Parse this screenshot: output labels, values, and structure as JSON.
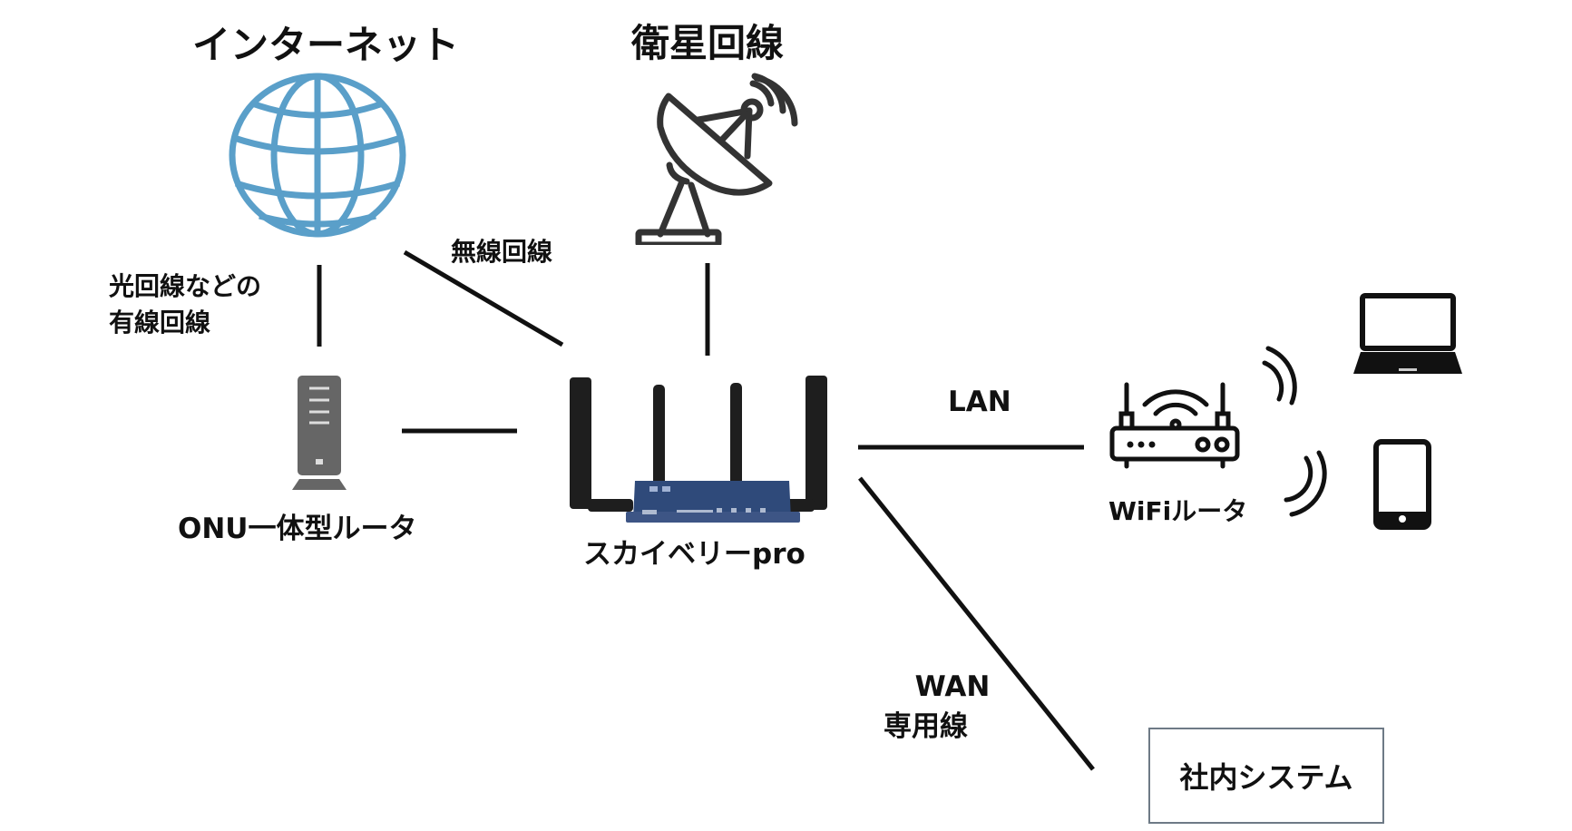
{
  "diagram": {
    "nodes": {
      "internet": {
        "label": "インターネット",
        "icon": "globe-icon",
        "color": "#5a9fc9"
      },
      "satellite": {
        "label": "衛星回線",
        "icon": "satellite-dish-icon",
        "color": "#333333"
      },
      "onu_router": {
        "label": "ONU一体型ルータ",
        "icon": "server-tower-icon",
        "color": "#666666"
      },
      "skyberry": {
        "label": "スカイベリーpro",
        "icon": "4g-router-device-icon",
        "color": "#2f4a7a"
      },
      "wifi_router": {
        "label": "WiFiルータ",
        "icon": "wifi-router-icon",
        "color": "#111111"
      },
      "laptop": {
        "icon": "laptop-icon"
      },
      "tablet": {
        "icon": "tablet-icon"
      },
      "internal_system": {
        "label": "社内システム"
      }
    },
    "connections": {
      "wired": {
        "label_line1": "光回線などの",
        "label_line2": "有線回線",
        "from": "internet",
        "to": "onu_router"
      },
      "wireless": {
        "label": "無線回線",
        "from": "internet",
        "to": "skyberry"
      },
      "satellite_link": {
        "from": "satellite",
        "to": "skyberry"
      },
      "onu_link": {
        "from": "onu_router",
        "to": "skyberry"
      },
      "lan": {
        "label": "LAN",
        "from": "skyberry",
        "to": "wifi_router"
      },
      "wan": {
        "label_line1": "WAN",
        "label_line2": "専用線",
        "from": "skyberry",
        "to": "internal_system"
      },
      "wifi_signals": {
        "icon": "wifi-signal-icon",
        "targets": [
          "laptop",
          "tablet"
        ]
      }
    }
  }
}
